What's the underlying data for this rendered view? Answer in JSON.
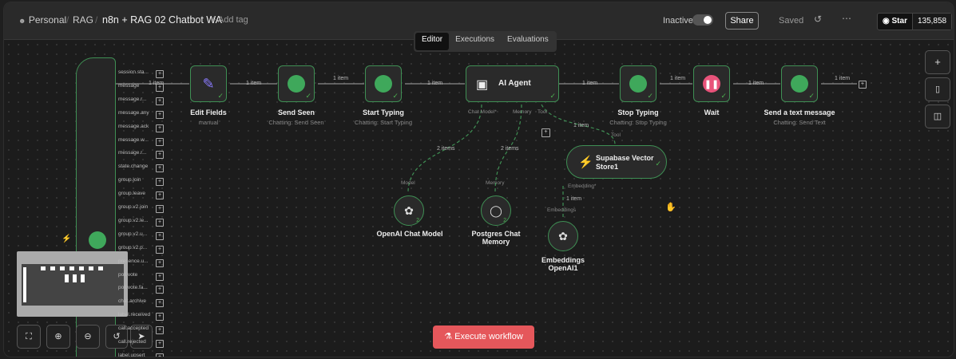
{
  "breadcrumb": {
    "personal": "Personal",
    "folder": "RAG",
    "workflow_title": "n8n + RAG 02 Chatbot WA",
    "add_tag": "+ Add tag"
  },
  "header": {
    "status": "Inactive",
    "share": "Share",
    "saved": "Saved",
    "github_star": "Star",
    "github_count": "135,858"
  },
  "tabs": [
    "Editor",
    "Executions",
    "Evaluations"
  ],
  "trigger_outputs": [
    "session.sta...",
    "message",
    "message.r...",
    "message.any",
    "message.ack",
    "message.w...",
    "message.r...",
    "state.change",
    "group.join",
    "group.leave",
    "group.v2.join",
    "group.v2.le...",
    "group.v2.u...",
    "group.v2.p...",
    "presence.u...",
    "poll.vote",
    "poll.vote.fa...",
    "chat.archive",
    "label.received",
    "call.accepted",
    "call.rejected",
    "label.upsert"
  ],
  "nodes": {
    "edit_fields": {
      "label": "Edit Fields",
      "sub": "manual"
    },
    "send_seen": {
      "label": "Send Seen",
      "sub": "Chatting: Send Seen"
    },
    "start_typing": {
      "label": "Start Typing",
      "sub": "Chatting: Start Typing"
    },
    "ai_agent": {
      "label": "AI Agent",
      "port_chat_model": "Chat Model*",
      "port_memory": "Memory",
      "port_tool": "Tool"
    },
    "stop_typing": {
      "label": "Stop Typing",
      "sub": "Chatting: Stop Typing"
    },
    "wait": {
      "label": "Wait"
    },
    "send_text": {
      "label": "Send a text message",
      "sub": "Chatting: Send Text"
    },
    "openai_chat": {
      "label": "OpenAI Chat Model",
      "port": "Model",
      "badge": "2"
    },
    "postgres": {
      "label": "Postgres Chat Memory",
      "port": "Memory",
      "badge": "2"
    },
    "supabase": {
      "label": "Supabase Vector Store1",
      "port_top": "Tool",
      "port_bottom": "Embedding*"
    },
    "embeddings": {
      "label": "Embeddings OpenAI1",
      "port": "Embeddings"
    }
  },
  "edge_labels": {
    "one_item": "1 item",
    "two_items": "2 items"
  },
  "execute_button": "Execute workflow",
  "colors": {
    "accent_green": "#3f8f54",
    "execute_red": "#e5575b",
    "wait_pink": "#e8537a"
  }
}
